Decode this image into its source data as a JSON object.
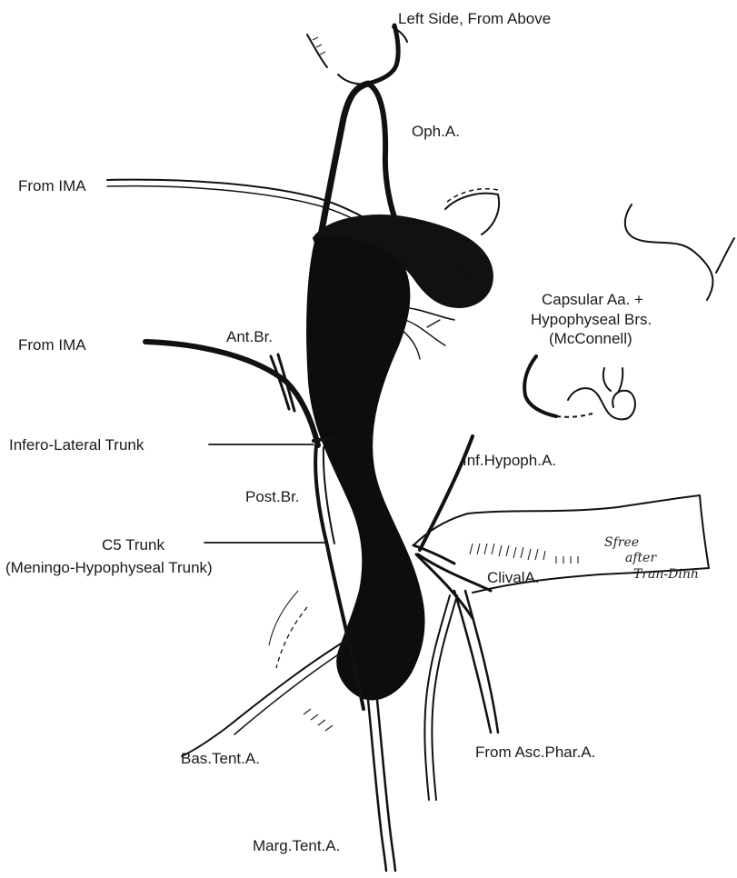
{
  "labels": {
    "left_side_from_above": "Left Side, From Above",
    "oph_a": "Oph.A.",
    "from_ima_upper": "From IMA",
    "capsular_line1": "Capsular Aa. +",
    "capsular_line2": "Hypophyseal Brs.",
    "capsular_line3": "(McConnell)",
    "from_ima_lower": "From IMA",
    "ant_br": "Ant.Br.",
    "infero_lateral_trunk": "Infero-Lateral Trunk",
    "inf_hypoph_a": "Inf.Hypoph.A.",
    "post_br": "Post.Br.",
    "c5_trunk_line1": "C5 Trunk",
    "c5_trunk_line2": "(Meningo-Hypophyseal Trunk)",
    "clival_a": "ClivalA.",
    "bas_tent_a": "Bas.Tent.A.",
    "from_asc_phar_a": "From Asc.Phar.A.",
    "marg_tent_a": "Marg.Tent.A."
  },
  "signature": {
    "line1": "Sfree",
    "line2": "after",
    "line3": "Tran-Dinh"
  },
  "colors": {
    "ink": "#111111",
    "background": "#ffffff"
  }
}
